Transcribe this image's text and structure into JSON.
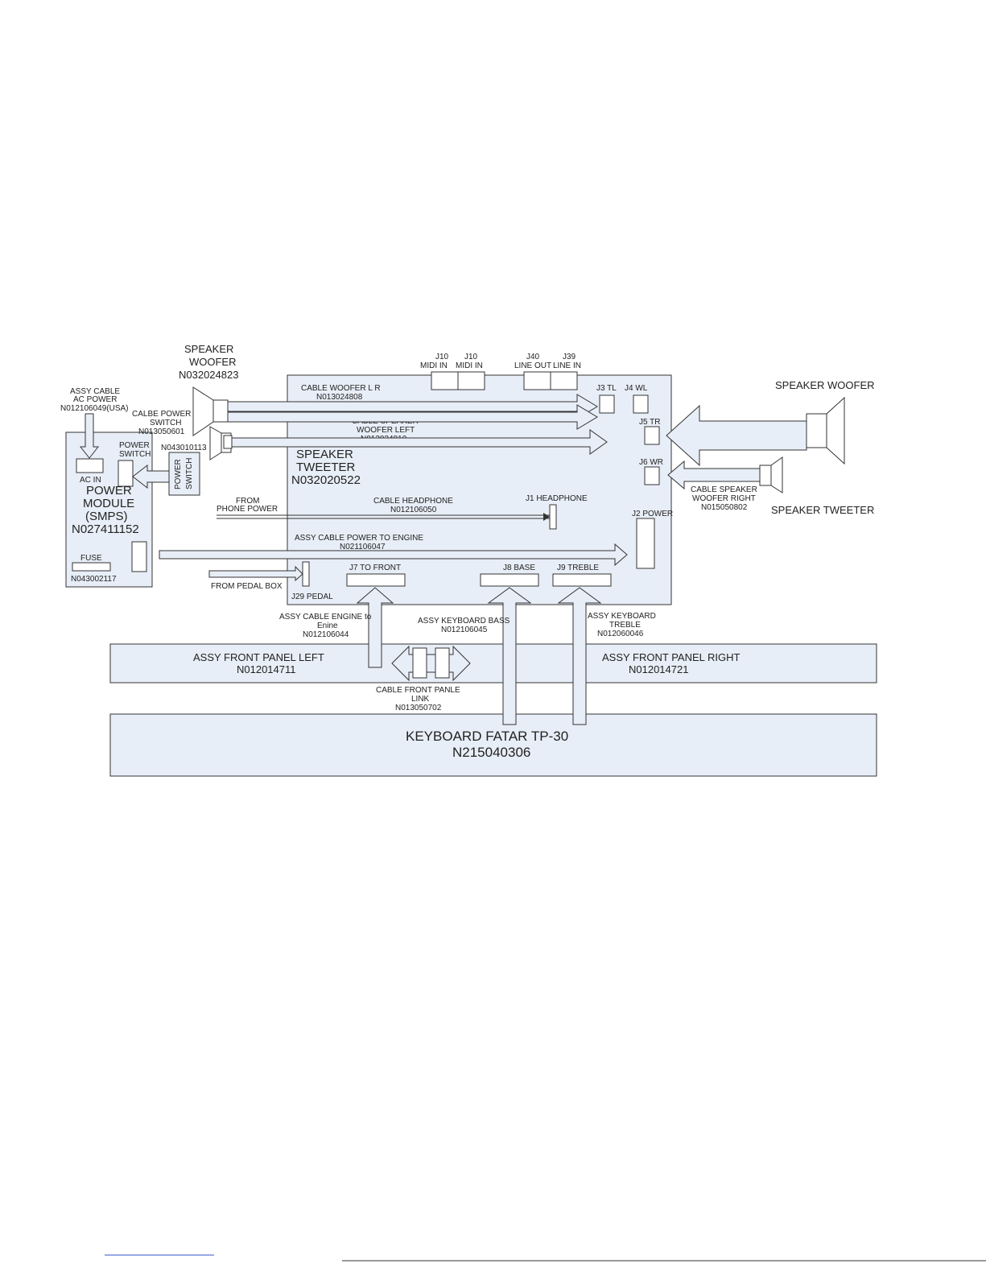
{
  "speaker_woofer_left": {
    "line1": "SPEAKER",
    "line2": "WOOFER",
    "part": "N032024823"
  },
  "speaker_tweeter_left": {
    "line1": "SPEAKER",
    "line2": "TWEETER",
    "part": "N032020522"
  },
  "speaker_woofer_right": {
    "label": "SPEAKER WOOFER"
  },
  "speaker_tweeter_right": {
    "label": "SPEAKER TWEETER"
  },
  "ac_cable": {
    "line1": "ASSY CABLE",
    "line2": "AC POWER",
    "line3": "N012106049(USA)"
  },
  "power_switch_cable": {
    "line1": "CALBE POWER",
    "line2": "SWITCH",
    "line3": "N013050601"
  },
  "power_switch": {
    "part": "N043010113",
    "label_line1": "POWER",
    "label_line2": "SWITCH",
    "body_line1": "POWER",
    "body_line2": "SWITCH"
  },
  "power_module": {
    "ac_in": "AC IN",
    "line1": "POWER",
    "line2": "MODULE",
    "line3": "(SMPS)",
    "part": "N027411152",
    "fuse": "FUSE",
    "fuse_part": "N043002117"
  },
  "main_board": {
    "jacks": {
      "j10a_line1": "J10",
      "j10a_line2": "MIDI IN",
      "j10b_line1": "J10",
      "j10b_line2": "MIDI IN",
      "j40_line1": "J40",
      "j40_line2": "LINE OUT",
      "j39_line1": "J39",
      "j39_line2": "LINE IN",
      "j3": "J3  TL",
      "j4": "J4  WL",
      "j5": "J5  TR",
      "j6": "J6  WR",
      "j1": "J1 HEADPHONE",
      "j2": "J2 POWER",
      "j29": "J29 PEDAL",
      "j7": "J7 TO FRONT",
      "j8": "J8 BASE",
      "j9": "J9 TREBLE"
    },
    "cable_woofer_lr": {
      "line1": "CABLE WOOFER L R",
      "line2": "N013024808"
    },
    "cable_speaker_woofer_left": {
      "line1": "CABLE SPEAKER",
      "line2": "WOOFER LEFT",
      "line3": "N013024810"
    },
    "cable_headphone": {
      "line1": "CABLE HEADPHONE",
      "line2": "N012106050"
    },
    "from_phone_power": {
      "line1": "FROM",
      "line2": "PHONE POWER"
    },
    "cable_power_engine": {
      "line1": "ASSY CABLE POWER TO ENGINE",
      "line2": "N021106047"
    },
    "from_pedal_box": "FROM PEDAL BOX"
  },
  "cable_speaker_woofer_right": {
    "line1": "CABLE SPEAKER",
    "line2": "WOOFER RIGHT",
    "line3": "N015050802"
  },
  "cable_engine": {
    "line1": "ASSY CABLE ENGINE to",
    "line2": "Enine",
    "line3": "N012106044"
  },
  "keyboard_bass": {
    "line1": "ASSY KEYBOARD BASS",
    "line2": "N012106045"
  },
  "keyboard_treble": {
    "line1": "ASSY KEYBOARD",
    "line2": "TREBLE",
    "line3": "N012060046"
  },
  "front_panel_left": {
    "line1": "ASSY FRONT PANEL LEFT",
    "line2": "N012014711"
  },
  "front_panel_right": {
    "line1": "ASSY FRONT PANEL RIGHT",
    "line2": "N012014721"
  },
  "cable_front_link": {
    "line1": "CABLE FRONT PANLE",
    "line2": "LINK",
    "line3": "N013050702"
  },
  "keyboard": {
    "line1": "KEYBOARD FATAR TP-30",
    "line2": "N215040306"
  },
  "colors": {
    "box_fill": "#e8eef7",
    "stroke": "#333333"
  }
}
